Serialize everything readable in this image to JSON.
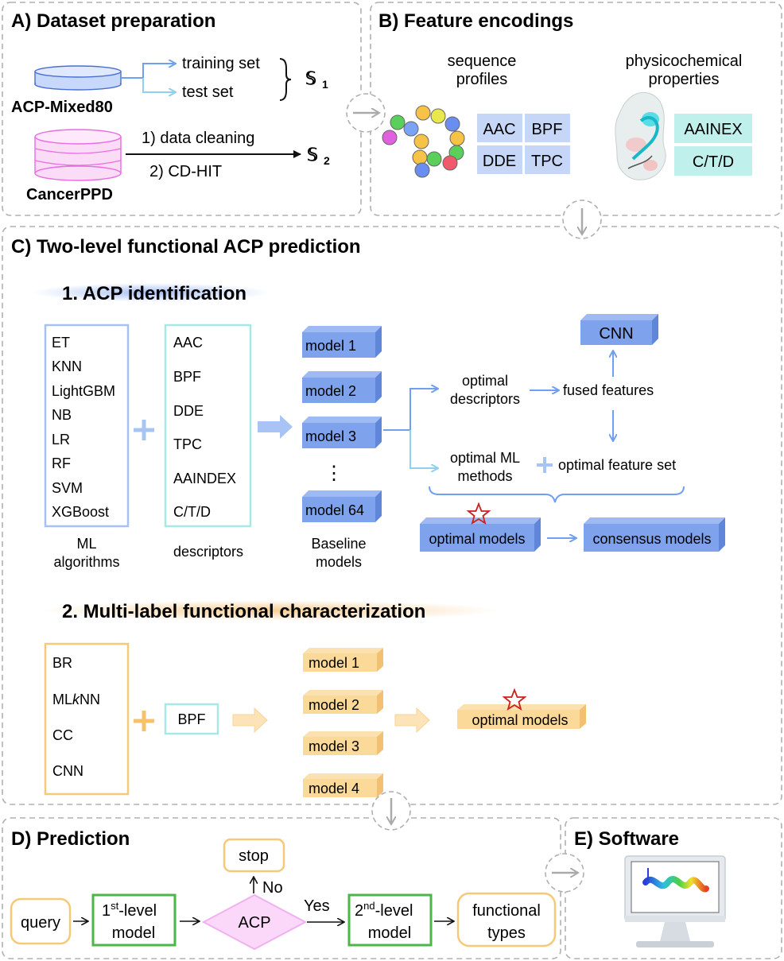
{
  "panels": {
    "a_title": "A) Dataset preparation",
    "b_title": "B) Feature encodings",
    "c_title": "C) Two-level functional ACP prediction",
    "d_title": "D) Prediction",
    "e_title": "E) Software"
  },
  "dataset": {
    "db1": "ACP-Mixed80",
    "db2": "CancerPPD",
    "training": "training set",
    "test": "test set",
    "s1": "𝕊",
    "s1_sub": "1",
    "s2": "𝕊",
    "s2_sub": "2",
    "step1": "1) data cleaning",
    "step2": "2) CD-HIT"
  },
  "encodings": {
    "seq_title_1": "sequence",
    "seq_title_2": "profiles",
    "phys_title_1": "physicochemical",
    "phys_title_2": "properties",
    "seq_items": [
      "AAC",
      "BPF",
      "DDE",
      "TPC"
    ],
    "phys_items": [
      "AAINEX",
      "C/T/D"
    ]
  },
  "level1": {
    "title": "1. ACP identification",
    "algorithms": [
      "ET",
      "KNN",
      "LightGBM",
      "NB",
      "LR",
      "RF",
      "SVM",
      "XGBoost"
    ],
    "alg_caption_1": "ML",
    "alg_caption_2": "algorithms",
    "descriptors": [
      "AAC",
      "BPF",
      "DDE",
      "TPC",
      "AAINDEX",
      "C/T/D"
    ],
    "desc_caption": "descriptors",
    "models": [
      "model 1",
      "model 2",
      "model 3",
      "model 64"
    ],
    "ellipsis": "⋮",
    "models_caption_1": "Baseline",
    "models_caption_2": "models",
    "cnn": "CNN",
    "opt_desc_1": "optimal",
    "opt_desc_2": "descriptors",
    "fused": "fused features",
    "opt_ml_1": "optimal ML",
    "opt_ml_2": "methods",
    "opt_feat": "optimal feature set",
    "opt_models": "optimal models",
    "consensus": "consensus models"
  },
  "level2": {
    "title": "2. Multi-label functional characterization",
    "methods": [
      "BR",
      "MLkNN",
      "CC",
      "CNN"
    ],
    "descriptor": "BPF",
    "models": [
      "model 1",
      "model 2",
      "model 3",
      "model 4"
    ],
    "opt_models": "optimal models"
  },
  "prediction": {
    "query": "query",
    "first_sup": "st",
    "first_pre": "1",
    "first_rest": "-level",
    "first_model": "model",
    "acp": "ACP",
    "stop": "stop",
    "no": "No",
    "yes": "Yes",
    "second_pre": "2",
    "second_sup": "nd",
    "second_rest": "-level",
    "second_model": "model",
    "func_1": "functional",
    "func_2": "types"
  },
  "colors": {
    "blue": "#7ea6f0",
    "blue_light": "#a8c4f5",
    "teal": "#8fe0dc",
    "orange": "#f5c978",
    "green": "#4cb648",
    "pink": "#f0b2ef",
    "dash": "#b0b0b0"
  }
}
